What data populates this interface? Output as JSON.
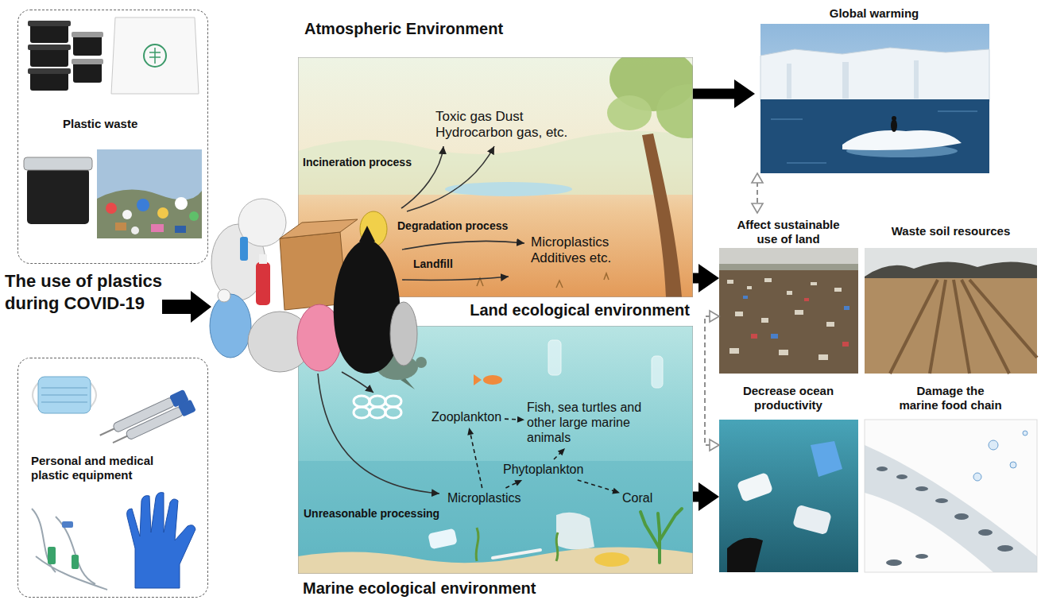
{
  "diagram": {
    "nodes": [
      {
        "text": [
          "Plastic waste"
        ]
      },
      {
        "text": [
          "Personal and medical plastic equipment"
        ]
      },
      {
        "text": [
          "Atmospheric Environment",
          "Land ecological environment"
        ]
      },
      {
        "text": [
          "Toxic gas Dust Hydrocarbon gas, etc."
        ],
        "in": 2
      },
      {
        "text": [
          "Microplastics Additives etc."
        ],
        "in": 2
      },
      {
        "text": [
          "Marine ecological environment"
        ]
      },
      {
        "text": [
          "Zooplankton"
        ],
        "in": 5
      },
      {
        "text": [
          "Fish, sea turtles and other large marine animals"
        ],
        "in": 5
      },
      {
        "text": [
          "Phytoplankton"
        ],
        "in": 5
      },
      {
        "text": [
          "Microplastics"
        ],
        "in": 5
      },
      {
        "text": [
          "Coral"
        ],
        "in": 5
      },
      {
        "text": [
          "Global warming"
        ]
      },
      {
        "text": [
          "Affect sustainable use of land"
        ]
      },
      {
        "text": [
          "Waste soil resources"
        ]
      },
      {
        "text": [
          "Decrease ocean productivity"
        ]
      },
      {
        "text": [
          "Damage the marine food chain"
        ]
      }
    ],
    "edges": [
      {
        "from": 2,
        "to": 11,
        "arrow": "to"
      },
      {
        "from": 2,
        "to": 12,
        "arrow": "to"
      },
      {
        "from": 5,
        "to": 14,
        "arrow": "to"
      },
      {
        "from": 11,
        "to": 12,
        "arrow": "both"
      },
      {
        "from": 12,
        "to": 14,
        "arrow": "both"
      },
      {
        "from": 6,
        "to": 7,
        "arrow": "to"
      },
      {
        "from": 9,
        "to": 6,
        "arrow": "to"
      },
      {
        "from": 9,
        "to": 8,
        "arrow": "to"
      },
      {
        "from": 8,
        "to": 7,
        "arrow": "to"
      },
      {
        "from": 8,
        "to": 10,
        "arrow": "to"
      }
    ],
    "labels": [
      "The use of plastics during COVID-19",
      "Incineration process",
      "Degradation process",
      "Landfill",
      "Unreasonable processing"
    ]
  }
}
